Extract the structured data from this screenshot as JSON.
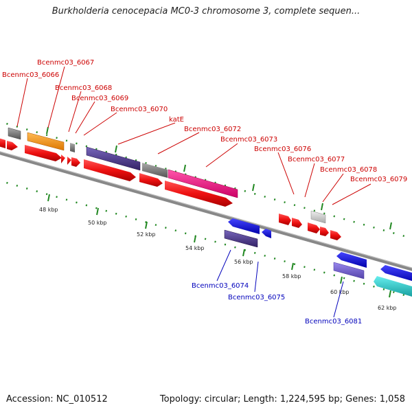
{
  "title": "Burkholderia cenocepacia MC0-3 chromosome 3, complete sequen...",
  "footer": {
    "accession": "Accession: NC_010512",
    "summary": "Topology: circular; Length: 1,224,595 bp; Genes: 1,058"
  },
  "scale_labels": [
    "48 kbp",
    "50 kbp",
    "52 kbp",
    "54 kbp",
    "56 kbp",
    "58 kbp",
    "60 kbp",
    "62 kbp"
  ],
  "gene_labels_top": [
    "Bcenmc03_6066",
    "Bcenmc03_6067",
    "Bcenmc03_6068",
    "Bcenmc03_6069",
    "Bcenmc03_6070",
    "katE",
    "Bcenmc03_6072",
    "Bcenmc03_6073",
    "Bcenmc03_6076",
    "Bcenmc03_6077",
    "Bcenmc03_6078",
    "Bcenmc03_6079"
  ],
  "gene_labels_bottom": [
    "Bcenmc03_6074",
    "Bcenmc03_6075",
    "Bcenmc03_6081"
  ],
  "colors": {
    "gene_label_top": "#cc0000",
    "gene_label_bottom": "#0000bb",
    "cds_red": "#ee1111",
    "orange": "#ff9922",
    "gray": "#777777",
    "light_gray": "#cccccc",
    "navy": "#443388",
    "magenta": "#ee1188",
    "blue": "#1111dd",
    "lavender": "#7766cc",
    "cyan": "#22cccc",
    "tick_green": "#228822",
    "backbone": "#888888"
  }
}
